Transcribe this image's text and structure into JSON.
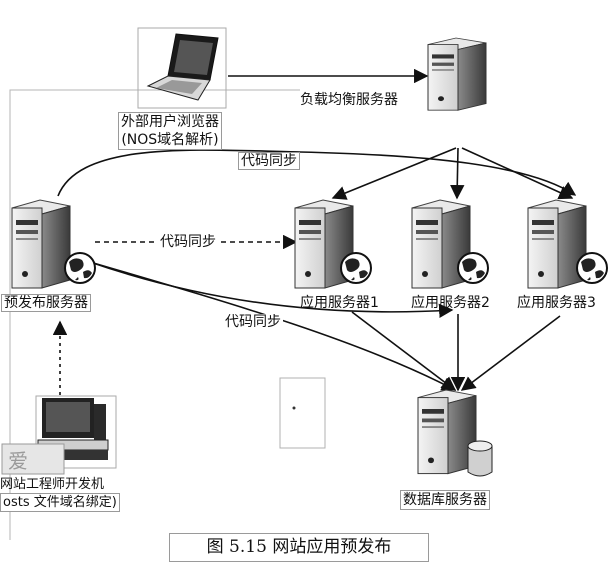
{
  "nodes": {
    "external_user": {
      "label_line1": "外部用户浏览器",
      "label_line2": "(NOS域名解析)",
      "icon": "laptop-icon"
    },
    "load_balancer": {
      "label": "负载均衡服务器",
      "icon": "server-icon"
    },
    "pre_release": {
      "label": "预发布服务器",
      "icon": "server-icon"
    },
    "app_server_1": {
      "label": "应用服务器1",
      "icon": "server-icon"
    },
    "app_server_2": {
      "label": "应用服务器2",
      "icon": "server-icon"
    },
    "app_server_3": {
      "label": "应用服务器3",
      "icon": "server-icon"
    },
    "database": {
      "label": "数据库服务器",
      "icon": "database-server-icon"
    },
    "dev_machine": {
      "label_line1": "网站工程师开发机",
      "label_line2": "osts 文件域名绑定)",
      "icon": "desktop-computer-icon"
    }
  },
  "edges": {
    "sync_top": "代码同步",
    "sync_middle": "代码同步",
    "sync_bottom": "代码同步"
  },
  "watermark": "爱",
  "caption": "图 5.15   网站应用预发布"
}
